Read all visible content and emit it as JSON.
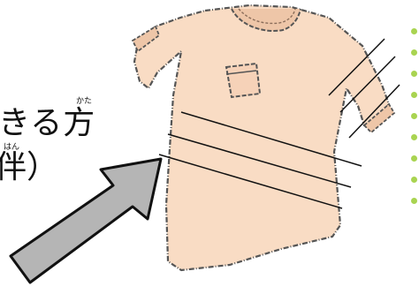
{
  "text": {
    "line1": "きる方",
    "line1_ruby": "かた",
    "line2": "伴）",
    "line2_ruby": "はん"
  },
  "colors": {
    "shirt_fill": "#f9dcc4",
    "shirt_outline": "#555555",
    "arrow_fill": "#b5b5b5",
    "arrow_outline": "#111111",
    "accent_dots": "#9acd32",
    "text": "#111111"
  },
  "icons": {
    "shirt": "long-sleeve-shirt-illustration",
    "arrow": "pointing-arrow-icon"
  }
}
